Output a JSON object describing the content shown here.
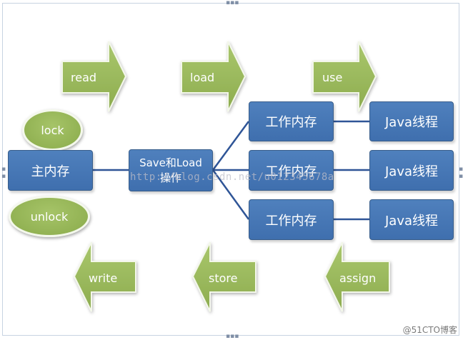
{
  "arrows_right": [
    {
      "label": "read"
    },
    {
      "label": "load"
    },
    {
      "label": "use"
    }
  ],
  "arrows_left": [
    {
      "label": "write"
    },
    {
      "label": "store"
    },
    {
      "label": "assign"
    }
  ],
  "ellipses": {
    "lock": "lock",
    "unlock": "unlock"
  },
  "main_memory": "主内存",
  "save_load_box": {
    "line1": "Save和Load",
    "line2": "操作"
  },
  "working_memory": [
    "工作内存",
    "工作内存",
    "工作内存"
  ],
  "java_threads": [
    "Java线程",
    "Java线程",
    "Java线程"
  ],
  "watermark": "http://blog.csdn.net/u012345678a",
  "footer": "@51CTO博客",
  "colors": {
    "box_blue": "#4f81bd",
    "arrow_green": "#9bbb59",
    "line": "#2f5597"
  }
}
